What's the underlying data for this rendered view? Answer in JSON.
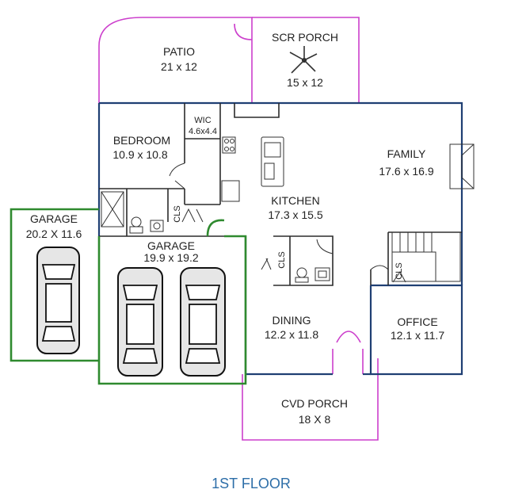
{
  "title": "1ST FLOOR",
  "rooms": {
    "patio": {
      "name": "PATIO",
      "size": "21 x 12"
    },
    "scr_porch": {
      "name": "SCR PORCH",
      "size": "15 x 12"
    },
    "wic": {
      "name": "WIC",
      "size": "4.6x4.4"
    },
    "bedroom": {
      "name": "BEDROOM",
      "size": "10.9 x 10.8"
    },
    "family": {
      "name": "FAMILY",
      "size": "17.6 x 16.9"
    },
    "kitchen": {
      "name": "KITCHEN",
      "size": "17.3 x 15.5"
    },
    "garage_left": {
      "name": "GARAGE",
      "size": "20.2 X 11.6"
    },
    "garage_main": {
      "name": "GARAGE",
      "size": "19.9 x 19.2"
    },
    "dining": {
      "name": "DINING",
      "size": "12.2 x 11.8"
    },
    "office": {
      "name": "OFFICE",
      "size": "12.1 x 11.7"
    },
    "cvd_porch": {
      "name": "CVD PORCH",
      "size": "18 X 8"
    }
  },
  "closets": {
    "cls1": "CLS",
    "cls2": "CLS",
    "cls3": "CLS"
  },
  "colors": {
    "exterior_wall": "#1f3f73",
    "porch_outline": "#cc3fcc",
    "garage_outline": "#2f8a2f",
    "title_text": "#2d6ea8"
  }
}
